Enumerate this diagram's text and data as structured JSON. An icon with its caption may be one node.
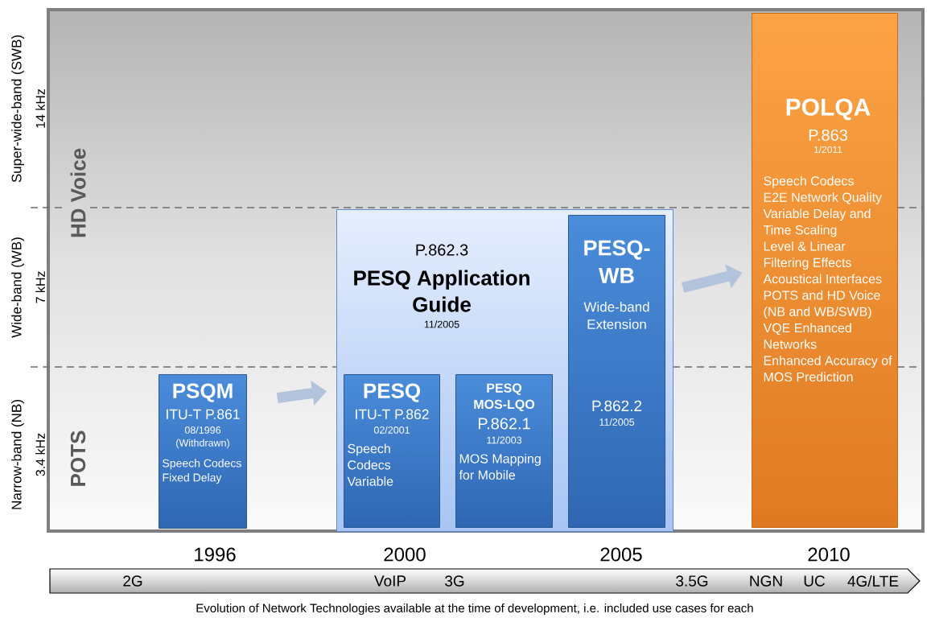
{
  "diagram": {
    "caption": "Evolution of Network Technologies available at the time of development, i.e. included use cases for each",
    "nodes": [
      {
        "text": [
          "PSQM",
          "ITU-T P.861",
          "08/1996 (Withdrawn)",
          "Speech Codecs",
          "Fixed Delay"
        ]
      },
      {
        "text": [
          "P.862.3",
          "PESQ Application Guide",
          "11/2005"
        ]
      },
      {
        "text": [
          "PESQ",
          "ITU-T P.862",
          "02/2001",
          "Speech Codecs Variable"
        ],
        "in": 1
      },
      {
        "text": [
          "PESQ MOS-LQO",
          "P.862.1",
          "11/2003",
          "MOS Mapping for Mobile"
        ],
        "in": 1
      },
      {
        "text": [
          "PESQ-WB",
          "Wide-band Extension",
          "P.862.2",
          "11/2005"
        ],
        "in": 1
      },
      {
        "text": [
          "POLQA",
          "P.863",
          "1/2011",
          "Speech Codecs",
          "E2E Network Quality",
          "Variable Delay and Time Scaling",
          "Level & Linear Filtering Effects",
          "Acoustical Interfaces",
          "POTS and HD Voice (NB and WB/SWB)",
          "VQE Enhanced Networks",
          "Enhanced Accuracy of MOS Prediction"
        ]
      }
    ],
    "edges": [
      {
        "from": 0,
        "to": 1,
        "arrow": "to"
      },
      {
        "from": 1,
        "to": 5,
        "arrow": "to"
      }
    ],
    "labels": [
      "Super-wide-band (SWB)",
      "14 kHz",
      "HD Voice",
      "Wide-band (WB)",
      "7 kHz",
      "Narrow-band (NB)",
      "3.4 kHz",
      "POTS",
      "1996",
      "2000",
      "2005",
      "2010",
      "2G",
      "VoIP",
      "3G",
      "3.5G",
      "NGN",
      "UC",
      "4G/LTE"
    ]
  }
}
